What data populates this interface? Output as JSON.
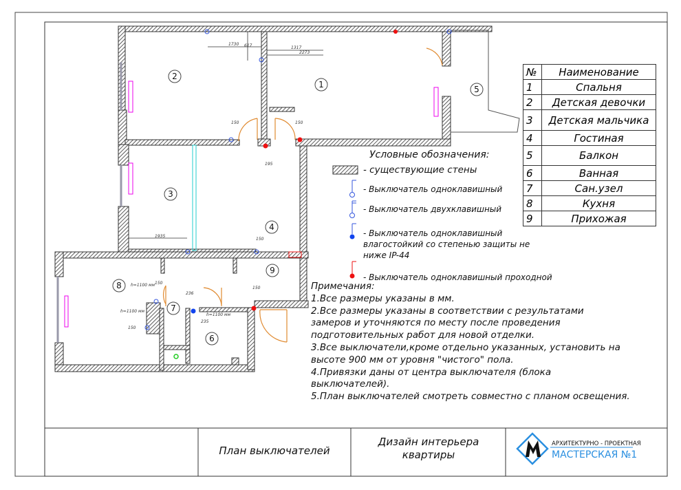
{
  "rooms_table": {
    "headers": [
      "№",
      "Наименование"
    ],
    "rows": [
      [
        "1",
        "Спальня"
      ],
      [
        "2",
        "Детская девочки"
      ],
      [
        "3",
        "Детская мальчика"
      ],
      [
        "4",
        "Гостиная"
      ],
      [
        "5",
        "Балкон"
      ],
      [
        "6",
        "Ванная"
      ],
      [
        "7",
        "Сан.узел"
      ],
      [
        "8",
        "Кухня"
      ],
      [
        "9",
        "Прихожая"
      ]
    ]
  },
  "room_labels": [
    "1",
    "2",
    "3",
    "4",
    "5",
    "6",
    "7",
    "8",
    "9"
  ],
  "legend": {
    "title": "Условные обозначения:",
    "items": [
      "- существующие стены",
      "- Выключатель одноклавишный",
      "- Выключатель двухклавишный",
      "- Выключатель одноклавишный влагостойкий со степенью защиты не ниже IP-44",
      "- Выключатель одноклавишный проходной"
    ]
  },
  "notes": {
    "title": "Примечания:",
    "items": [
      "1.Все размеры указаны в мм.",
      "2.Все размеры указаны в соответствии с результатами",
      "замеров и уточняются по месту после проведения",
      "подготовительных работ для новой отделки.",
      "3.Все выключатели,кроме отдельно указанных, установить на",
      "высоте 900 мм от уровня \"чистого\" пола.",
      "4.Привязки даны от центра выключателя (блока",
      "выключателей).",
      "5.План выключателей смотреть совместно с планом освещения."
    ]
  },
  "dimensions": [
    "1730",
    "1317",
    "2273",
    "617",
    "150",
    "150",
    "195",
    "1935",
    "150",
    "150",
    "h=1100 мм",
    "h=1100 мм",
    "150",
    "236",
    "h=1100 мм",
    "235",
    "150"
  ],
  "title_block": {
    "sheet": "План выключателей",
    "project": "Дизайн интерьера квартиры",
    "logo_line1": "АРХИТЕКТУРНО - ПРОЕКТНАЯ",
    "logo_line2": "МАСТЕРСКАЯ №1"
  },
  "colors": {
    "switch": "#3355dd",
    "moist": "#1144ee",
    "passthrough": "#ee1111",
    "door": "#e08a30"
  }
}
